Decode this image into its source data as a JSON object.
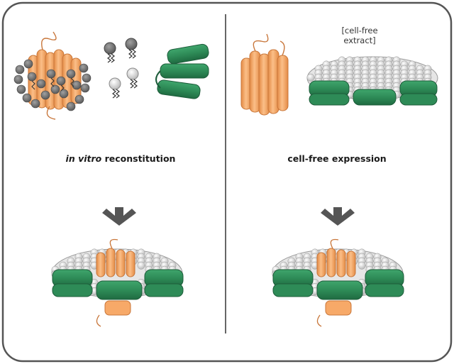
{
  "left_panel": {
    "method_label_italic": "in vitro",
    "method_label_rest": " reconstitution"
  },
  "right_panel": {
    "method_label": "cell-free expression",
    "note_line1": "[cell-free",
    "note_line2": "extract]"
  },
  "colors": {
    "protein": "#f7a968",
    "protein_stroke": "#c8763a",
    "scaffold": "#2e8b57",
    "scaffold_stroke": "#1d5c3a",
    "lipid_head": "#d9d9d9",
    "lipid_dark": "#7a7a7a",
    "arrow": "#555555",
    "frame": "#555555",
    "divider": "#666666"
  }
}
